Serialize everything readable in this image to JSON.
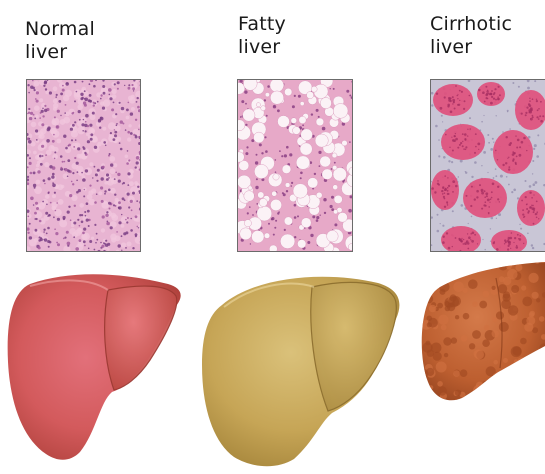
{
  "stages": [
    {
      "line1": "Normal",
      "line2": "liver"
    },
    {
      "line1": "Fatty",
      "line2": "liver"
    },
    {
      "line1": "Cirrhotic",
      "line2": "liver"
    }
  ]
}
